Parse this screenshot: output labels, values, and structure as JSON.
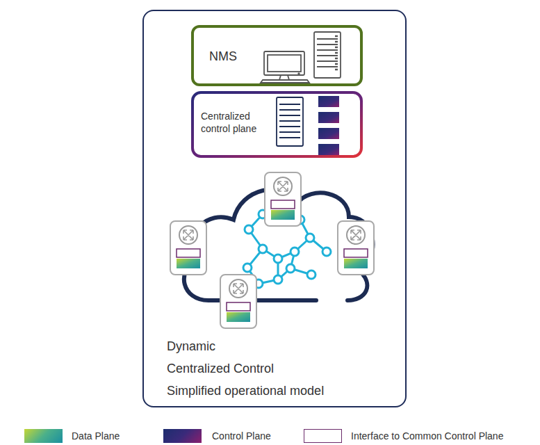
{
  "diagram": {
    "nodes": [
      {
        "text": [
          "Dynamic",
          "Centralized Control",
          "Simplified operational model"
        ]
      },
      {
        "text": [
          "NMS"
        ],
        "in": 0
      },
      {
        "text": [
          "Centralized control plane"
        ],
        "in": 0
      }
    ],
    "legend": [
      {
        "text": "Data Plane",
        "color": "#1a8fa0"
      },
      {
        "text": "Control Plane",
        "color": "#1c2d6e"
      },
      {
        "text": "Interface to Common Control Plane"
      }
    ]
  }
}
